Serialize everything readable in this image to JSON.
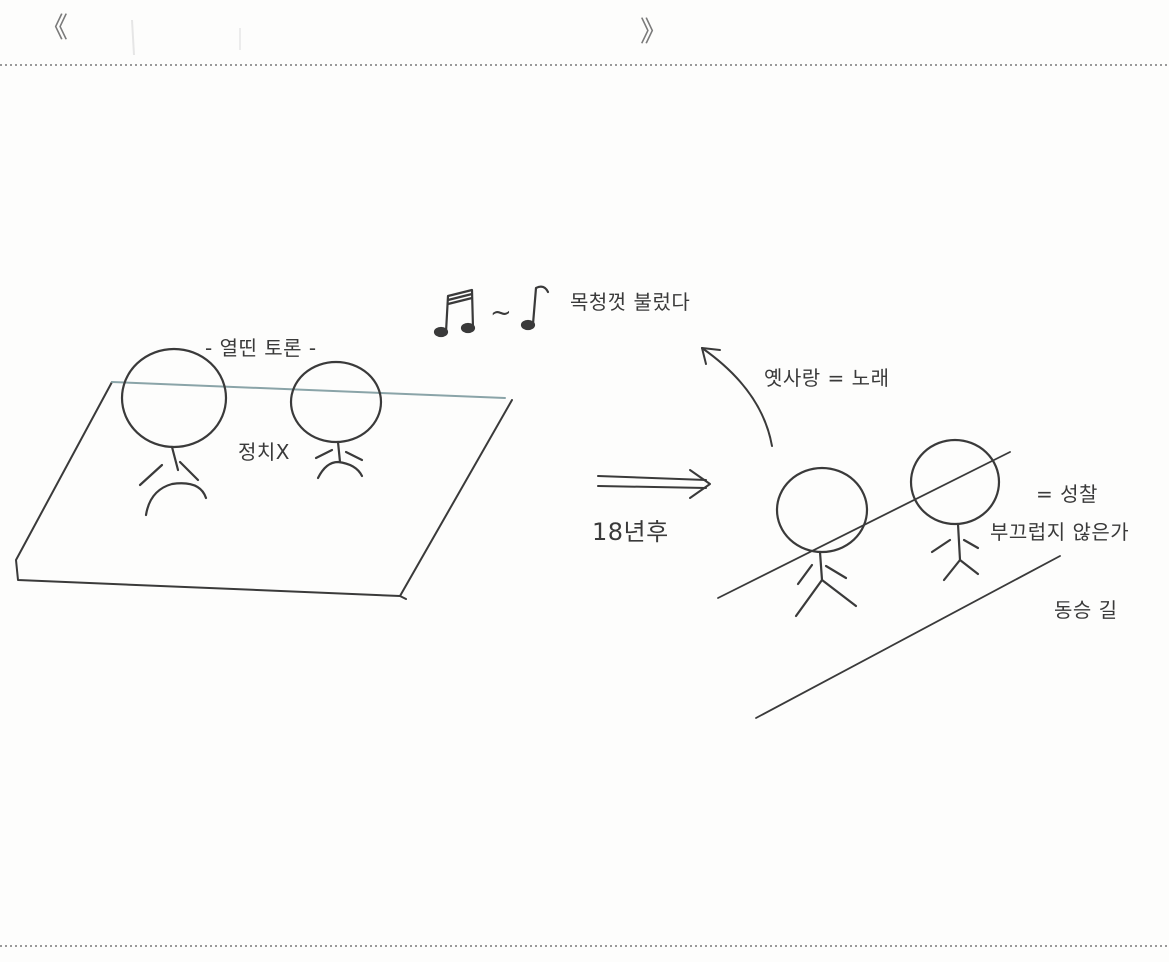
{
  "header": {
    "open_bracket": "《",
    "close_bracket": "》"
  },
  "labels": {
    "debate": "- 열띤 토론 -",
    "politics_x": "정치X",
    "sang": "목청껏 불렀다",
    "tilde": "~",
    "eighteen_years_later": "18년후",
    "old_love_song": "옛사랑 = 노래",
    "reflection": "= 성찰",
    "not_ashamed": "부끄럽지 않은가",
    "walkway": "동승 길"
  },
  "colors": {
    "ink": "#3a3a3a",
    "table_line": "#8aa4a8",
    "dotted_rule": "#9a9a9a",
    "paper": "#fdfdfc"
  }
}
